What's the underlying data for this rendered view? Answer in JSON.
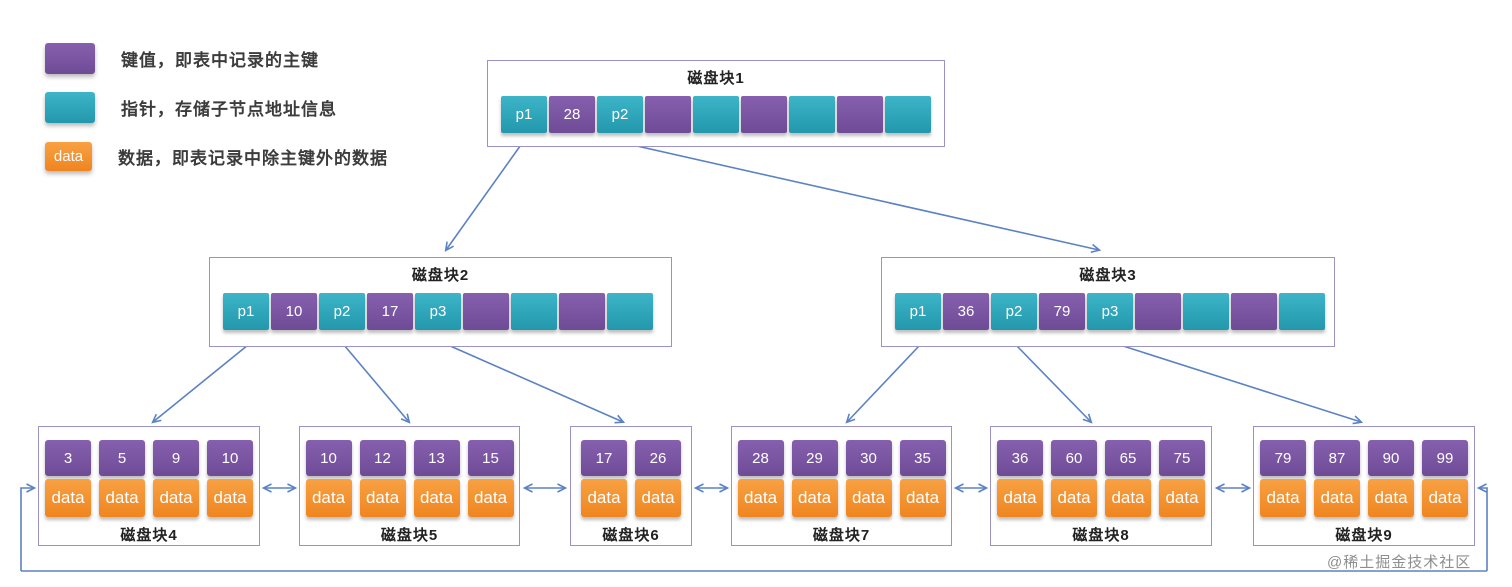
{
  "legend": {
    "items": [
      {
        "name": "key",
        "label": "键值，即表中记录的主键",
        "swatch_text": "",
        "color": "#7a55a1"
      },
      {
        "name": "pointer",
        "label": "指针，存储子节点地址信息",
        "swatch_text": "",
        "color": "#2caabf"
      },
      {
        "name": "data",
        "label": "数据，即表记录中除主键外的数据",
        "swatch_text": "data",
        "color": "#f5922e"
      }
    ]
  },
  "internal_nodes": [
    {
      "title": "磁盘块1",
      "cells": [
        {
          "type": "pointer",
          "text": "p1"
        },
        {
          "type": "key",
          "text": "28"
        },
        {
          "type": "pointer",
          "text": "p2"
        },
        {
          "type": "key",
          "text": ""
        },
        {
          "type": "pointer",
          "text": ""
        },
        {
          "type": "key",
          "text": ""
        },
        {
          "type": "pointer",
          "text": ""
        },
        {
          "type": "key",
          "text": ""
        },
        {
          "type": "pointer",
          "text": ""
        }
      ]
    },
    {
      "title": "磁盘块2",
      "cells": [
        {
          "type": "pointer",
          "text": "p1"
        },
        {
          "type": "key",
          "text": "10"
        },
        {
          "type": "pointer",
          "text": "p2"
        },
        {
          "type": "key",
          "text": "17"
        },
        {
          "type": "pointer",
          "text": "p3"
        },
        {
          "type": "key",
          "text": ""
        },
        {
          "type": "pointer",
          "text": ""
        },
        {
          "type": "key",
          "text": ""
        },
        {
          "type": "pointer",
          "text": ""
        }
      ]
    },
    {
      "title": "磁盘块3",
      "cells": [
        {
          "type": "pointer",
          "text": "p1"
        },
        {
          "type": "key",
          "text": "36"
        },
        {
          "type": "pointer",
          "text": "p2"
        },
        {
          "type": "key",
          "text": "79"
        },
        {
          "type": "pointer",
          "text": "p3"
        },
        {
          "type": "key",
          "text": ""
        },
        {
          "type": "pointer",
          "text": ""
        },
        {
          "type": "key",
          "text": ""
        },
        {
          "type": "pointer",
          "text": ""
        }
      ]
    }
  ],
  "leaf_nodes": [
    {
      "title": "磁盘块4",
      "keys": [
        "3",
        "5",
        "9",
        "10"
      ],
      "data_label": "data"
    },
    {
      "title": "磁盘块5",
      "keys": [
        "10",
        "12",
        "13",
        "15"
      ],
      "data_label": "data"
    },
    {
      "title": "磁盘块6",
      "keys": [
        "17",
        "26"
      ],
      "data_label": "data"
    },
    {
      "title": "磁盘块7",
      "keys": [
        "28",
        "29",
        "30",
        "35"
      ],
      "data_label": "data"
    },
    {
      "title": "磁盘块8",
      "keys": [
        "36",
        "60",
        "65",
        "75"
      ],
      "data_label": "data"
    },
    {
      "title": "磁盘块9",
      "keys": [
        "79",
        "87",
        "90",
        "99"
      ],
      "data_label": "data"
    }
  ],
  "watermark": "@稀土掘金技术社区",
  "colors": {
    "key": "#7a55a1",
    "pointer": "#2caabf",
    "data": "#f5922e",
    "arrow": "#5b82c4",
    "box_border": "#9a93c8"
  }
}
